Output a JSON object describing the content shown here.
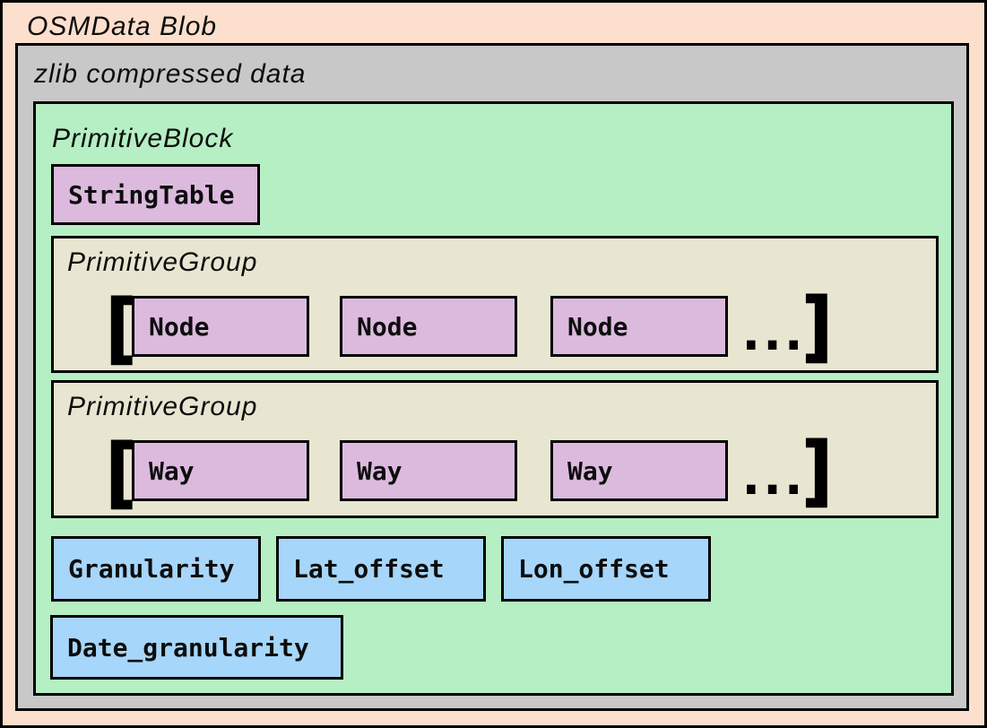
{
  "diagram": {
    "blob": {
      "label": "OSMData Blob"
    },
    "zlib": {
      "label": "zlib compressed data"
    },
    "primitive_block": {
      "label": "PrimitiveBlock",
      "string_table": {
        "label": "StringTable"
      },
      "groups": [
        {
          "label": "PrimitiveGroup",
          "open_bracket": "[",
          "items": [
            "Node",
            "Node",
            "Node"
          ],
          "ellipsis": "...",
          "close_bracket": "]"
        },
        {
          "label": "PrimitiveGroup",
          "open_bracket": "[",
          "items": [
            "Way",
            "Way",
            "Way"
          ],
          "ellipsis": "...",
          "close_bracket": "]"
        }
      ],
      "fields": [
        "Granularity",
        "Lat_offset",
        "Lon_offset"
      ],
      "date_field": "Date_granularity"
    },
    "colors": {
      "blob_bg": "#fcdfcd",
      "zlib_bg": "#c8c8c8",
      "block_bg": "#b5efc3",
      "group_bg": "#e8e5d1",
      "message_bg": "#dcbade",
      "field_bg": "#a6d6f9",
      "border_color": "#000000",
      "text_color": "#0d0d0d"
    }
  }
}
